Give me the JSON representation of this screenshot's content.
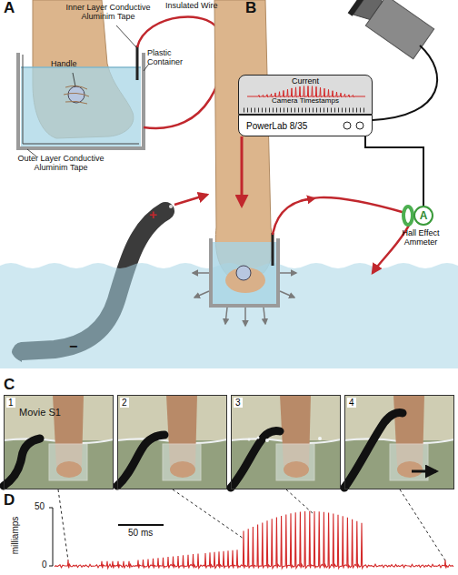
{
  "diagram": {
    "nodes": [
      {
        "text": [
          "Current",
          "Camera Timestamps"
        ]
      },
      {
        "text": [
          "PowerLab 8/35"
        ]
      },
      {
        "text": [
          "A",
          "Hall Effect Ammeter"
        ]
      },
      {
        "text": [
          "1",
          "Movie S1"
        ]
      },
      {
        "text": [
          "2"
        ]
      },
      {
        "text": [
          "3"
        ]
      },
      {
        "text": [
          "4"
        ]
      }
    ],
    "edges": [
      {
        "from": 2,
        "to": 1,
        "arrow": "none"
      }
    ],
    "labels": [
      "A",
      "Inner Layer Conductive Aluminim Tape",
      "Insulated Wire",
      "B",
      "Handle",
      "Plastic Container",
      "Outer Layer Conductive Aluminim Tape",
      "+",
      "−",
      "C",
      "D",
      "50",
      "milliamps",
      "50 ms",
      "0"
    ]
  }
}
